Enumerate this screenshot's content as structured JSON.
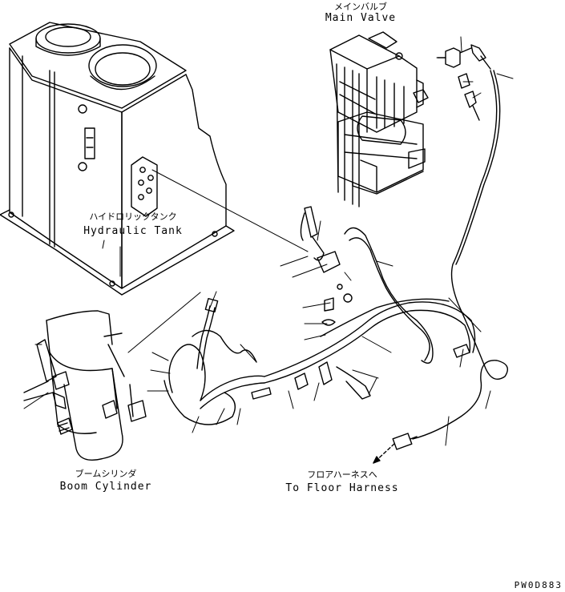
{
  "labels": {
    "main_valve": {
      "jp": "メインバルブ",
      "en": "Main Valve"
    },
    "hydraulic_tank": {
      "jp": "ハイドロリックタンク",
      "en": "Hydraulic Tank"
    },
    "boom_cylinder": {
      "jp": "ブームシリンダ",
      "en": "Boom Cylinder"
    },
    "floor_harness": {
      "jp": "フロアハーネスへ",
      "en": "To Floor Harness"
    }
  },
  "drawing_code": "PW0D883",
  "colors": {
    "line": "#000000",
    "background": "#ffffff"
  }
}
